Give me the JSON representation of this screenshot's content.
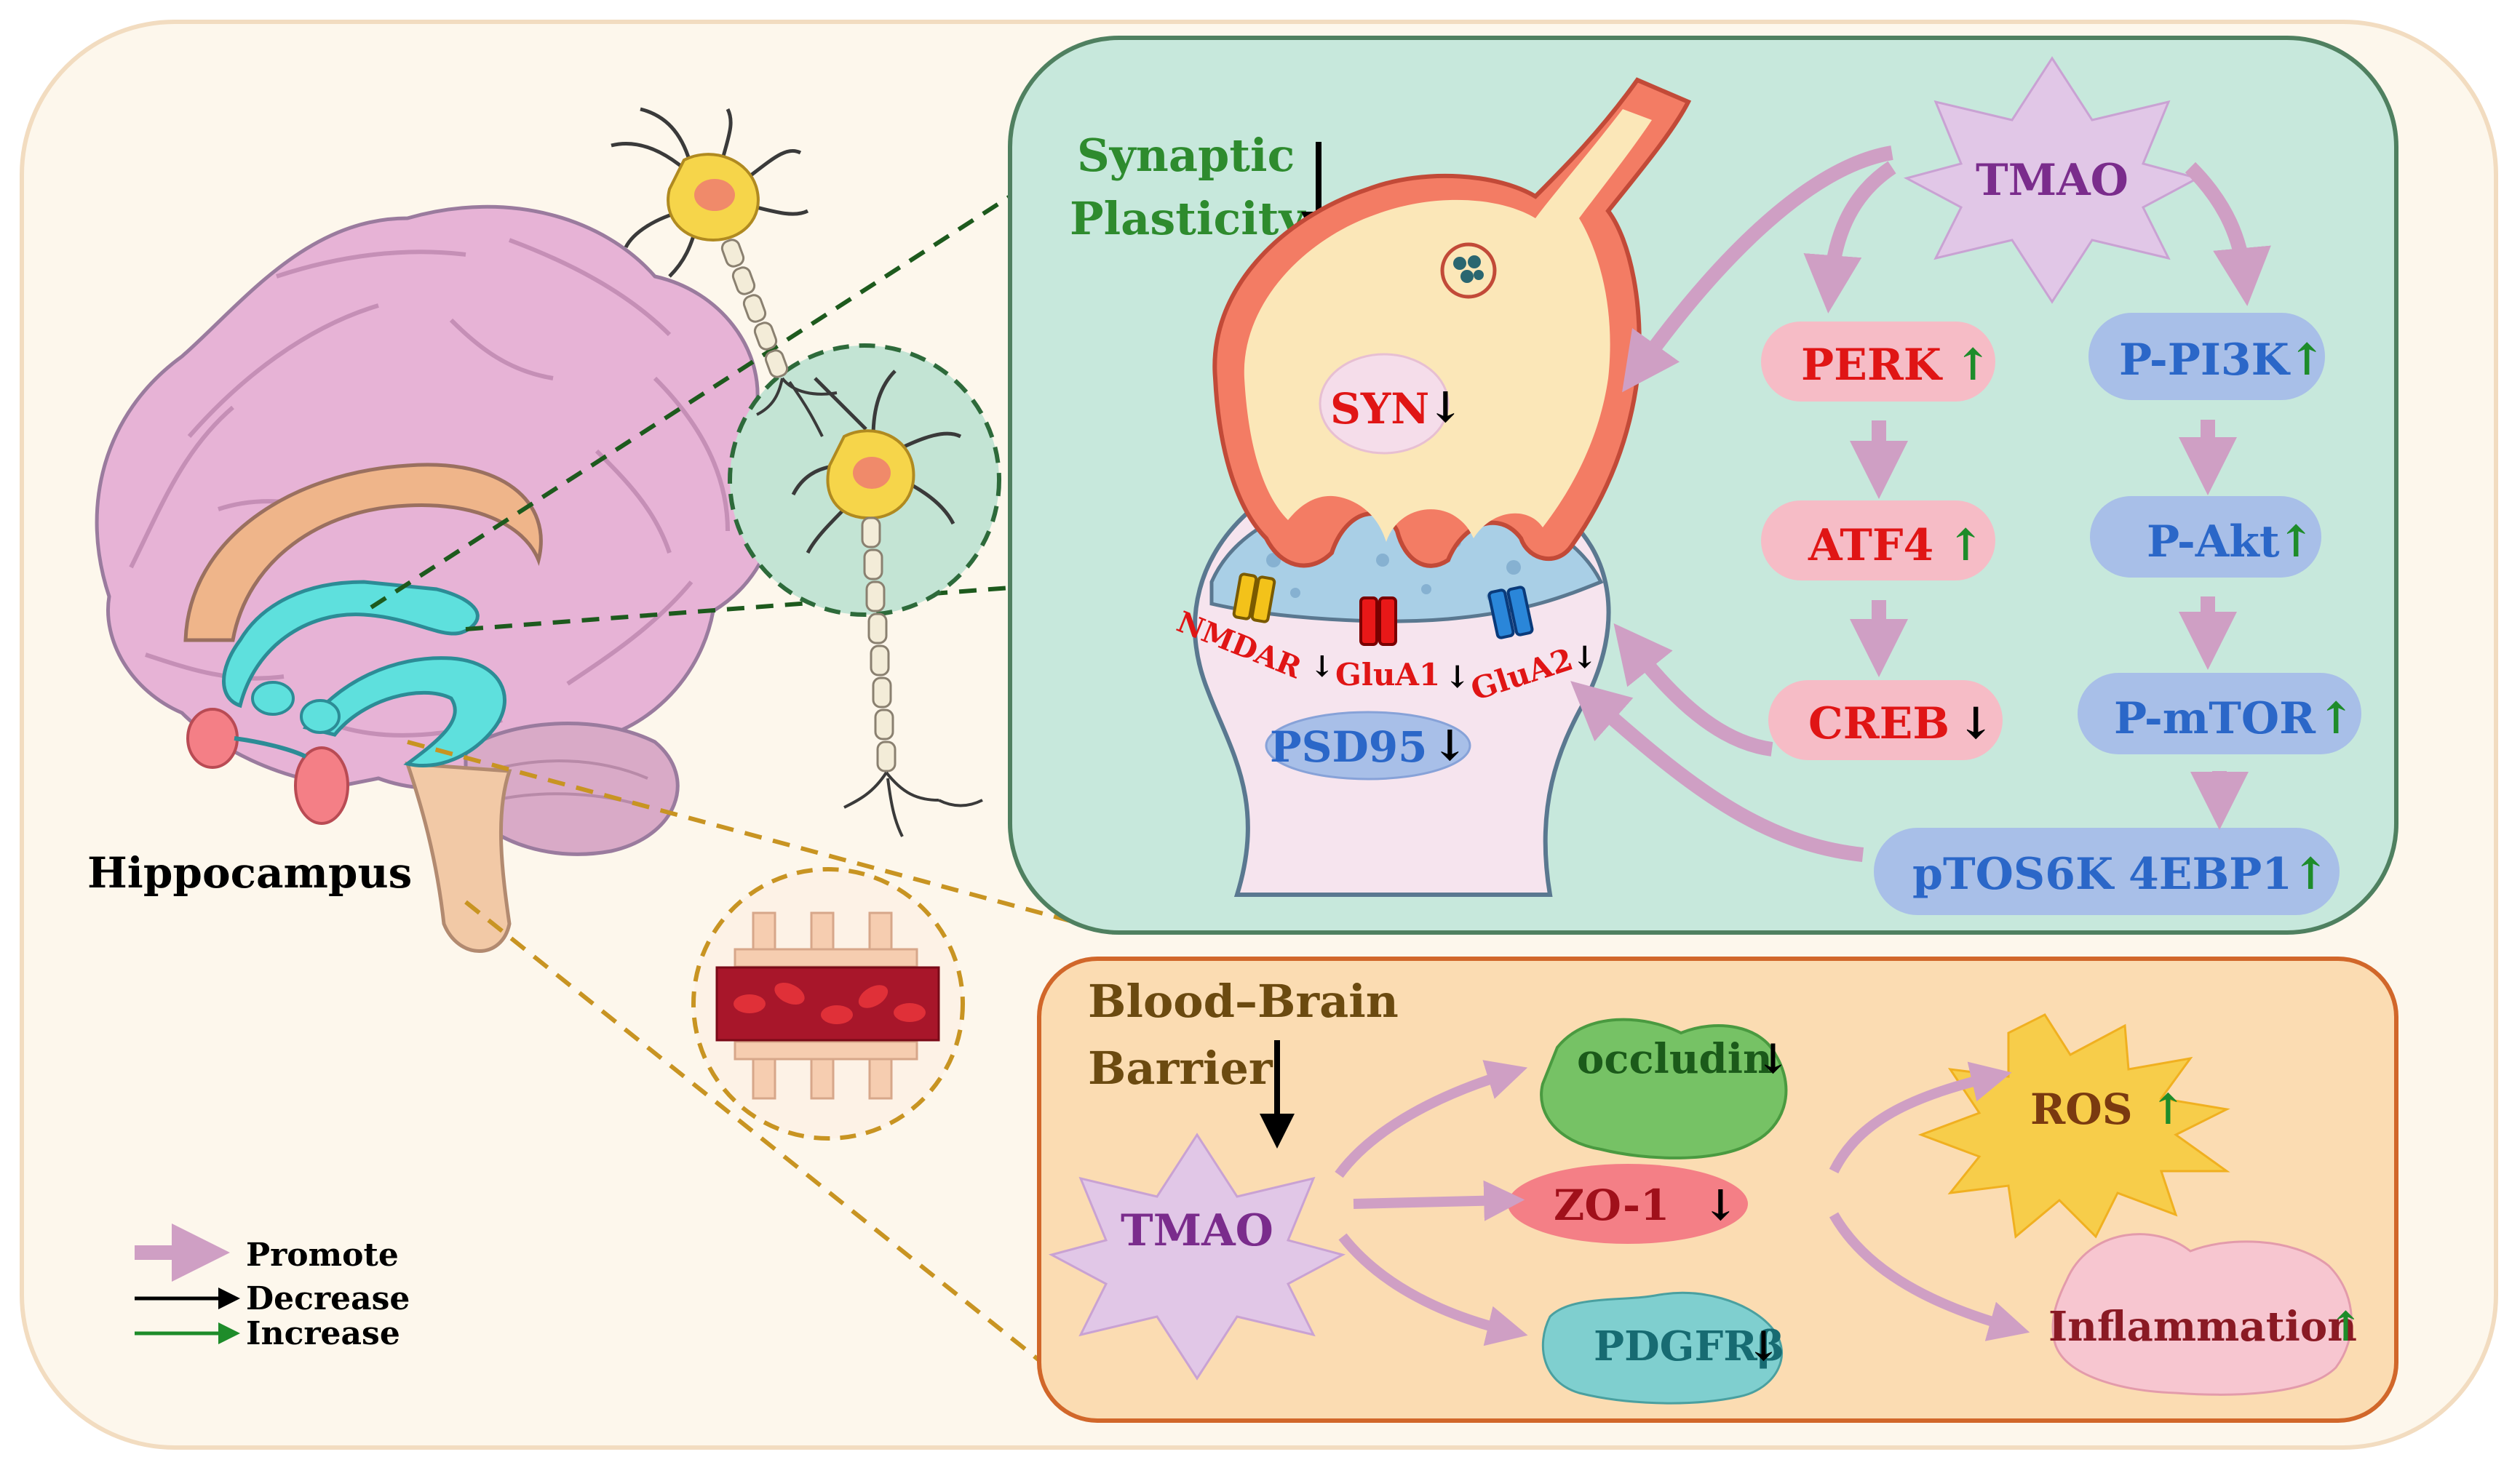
{
  "colors": {
    "outer_bg": "#fdf7ec",
    "outer_border": "#f2dcc0",
    "synaptic_panel_bg": "#c7e8dc",
    "synaptic_panel_border": "#4f8060",
    "bbb_panel_bg": "#fbdcb2",
    "bbb_panel_border": "#d1672a",
    "promote_arrow": "#cf9fc4",
    "decrease_arrow": "#000000",
    "increase_arrow": "#1e8c2a",
    "red_text": "#e01515",
    "blue_text": "#2b67c8",
    "tmao_text": "#7a2c8c",
    "green_title": "#2e8b2e",
    "brown_title": "#6b4a10"
  },
  "hippocampus": {
    "label": "Hippocampus"
  },
  "synaptic": {
    "title_line1": "Synaptic",
    "title_line2": "Plasticity",
    "title_arrow": "↓",
    "tmao": "TMAO",
    "syn": "SYN",
    "syn_arrow": "↓",
    "receptors": {
      "nmdar": "NMDAR",
      "glua1": "GluA1",
      "glua2": "GluA2",
      "arrow": "↓"
    },
    "psd95": "PSD95",
    "psd95_arrow": "↓",
    "perk": "PERK",
    "atf4": "ATF4",
    "creb": "CREB",
    "pi3k": "P-PI3K",
    "akt": "P-Akt",
    "mtor": "P-mTOR",
    "s6k": "pTOS6K 4EBP1",
    "up": "↑",
    "down": "↓"
  },
  "bbb": {
    "title_line1": "Blood–Brain",
    "title_line2": "Barrier",
    "title_arrow": "↓",
    "tmao": "TMAO",
    "occludin": "occludin",
    "zo1": "ZO-1",
    "pdgfrb": "PDGFRβ",
    "ros": "ROS",
    "inflammation": "Inflammation",
    "up": "↑",
    "down": "↓"
  },
  "legend": {
    "promote": "Promote",
    "decrease": "Decrease",
    "increase": "Increase"
  }
}
